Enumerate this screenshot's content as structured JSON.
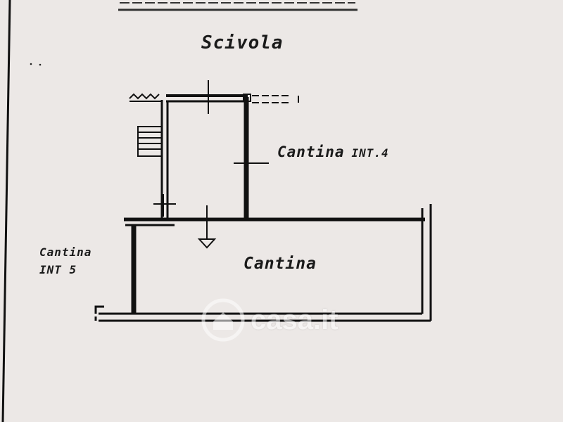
{
  "labels": {
    "top": "Scivola",
    "room_upper_name": "Cantina",
    "room_upper_num": "INT.4",
    "room_lower": "Cantina",
    "side_line1": "Cantina",
    "side_line2": "INT 5"
  },
  "watermark": {
    "text": "casa.it",
    "icon": "house-logo-icon"
  },
  "colors": {
    "paper": "#ece8e6",
    "ink": "#1a1a1a"
  }
}
